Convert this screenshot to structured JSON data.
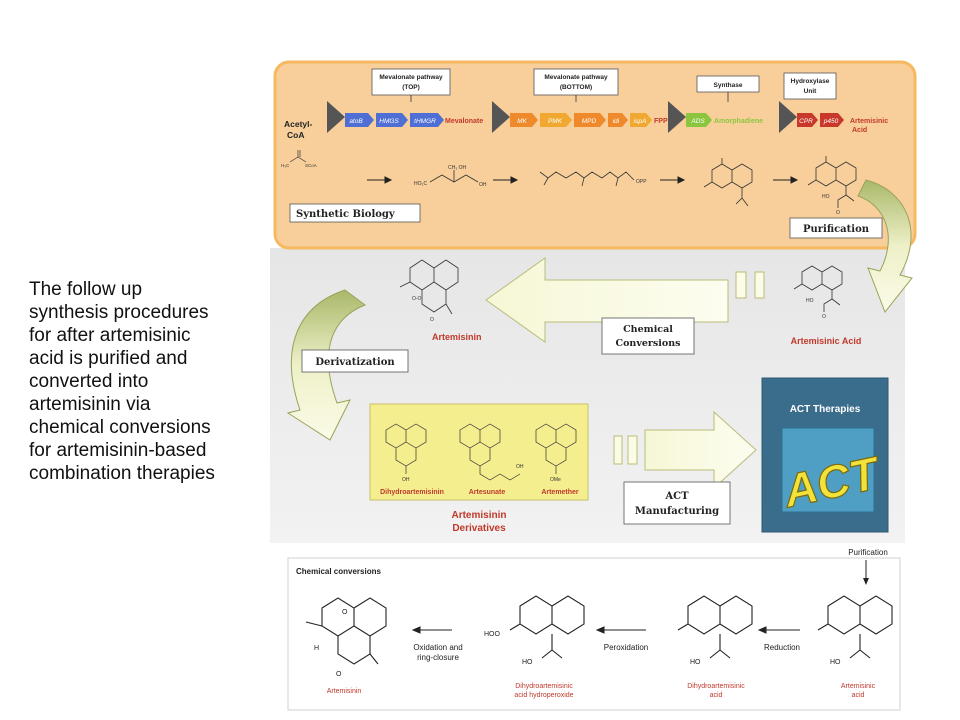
{
  "caption": {
    "lines": [
      "The follow up",
      "synthesis procedures",
      "for after artemisinic",
      "acid is purified and",
      "converted into",
      "artemisinin via",
      "chemical conversions",
      "for artemisinin-based",
      "combination therapies"
    ]
  },
  "panel_top": {
    "boxes": {
      "mev_top": [
        "Mevalonate pathway",
        "(TOP)"
      ],
      "mev_bottom": [
        "Mevalonate pathway",
        "(BOTTOM)"
      ],
      "synthase": "Synthase",
      "hydroxylase": [
        "Hydroxylase",
        "Unit"
      ]
    },
    "start": [
      "Acetyl-",
      "CoA"
    ],
    "genes1": [
      "atoB",
      "HMGS",
      "tHMGR"
    ],
    "mevalonate": "Mevalonate",
    "genes2": [
      "MK",
      "PMK",
      "MPD",
      "idi",
      "ispA"
    ],
    "fpp": "FPP",
    "ads": "ADS",
    "amorphadiene": "Amorphadiene",
    "genes3": [
      "CPR",
      "p450"
    ],
    "product": [
      "Artemisinic",
      "Acid"
    ],
    "synthetic_biology": "Synthetic Biology",
    "purification": "Purification",
    "opp": "OPP"
  },
  "middle": {
    "artemisinin": "Artemisinin",
    "chemical_conversions": [
      "Chemical",
      "Conversions"
    ],
    "artemisinic_acid": "Artemisinic Acid",
    "derivatization": "Derivatization",
    "derivatives": [
      "Dihydroartemisinin",
      "Artesunate",
      "Artemether"
    ],
    "artemisinin_derivatives": [
      "Artemisinin",
      "Derivatives"
    ],
    "act_manufacturing": [
      "ACT",
      "Manufacturing"
    ],
    "act_therapies": "ACT Therapies",
    "act_logo": "ACT"
  },
  "bottom": {
    "title": "Chemical conversions",
    "purification": "Purification",
    "steps": [
      [
        "Oxidation and",
        "ring-closure"
      ],
      [
        "Peroxidation"
      ],
      [
        "Reduction"
      ]
    ],
    "compounds": [
      [
        "Artemisinin"
      ],
      [
        "Dihydroartemisinic",
        "acid hydroperoxide"
      ],
      [
        "Dihydroartemisinic",
        "acid"
      ],
      [
        "Artemisinic",
        "acid"
      ]
    ]
  },
  "colors": {
    "panel_fill": "#f8cf9b",
    "panel_border": "#f6b860",
    "blue_gene": "#4f6fd4",
    "orange_gene": "#ee8a2b",
    "green_gene": "#8cc63f",
    "red_gene": "#c8392b",
    "red_label": "#c0392b",
    "yellow_box": "#f5ee8f",
    "act_blue": "#3a6c8c",
    "act_yellow": "#f2e23a",
    "gray_promoter": "#555555"
  }
}
